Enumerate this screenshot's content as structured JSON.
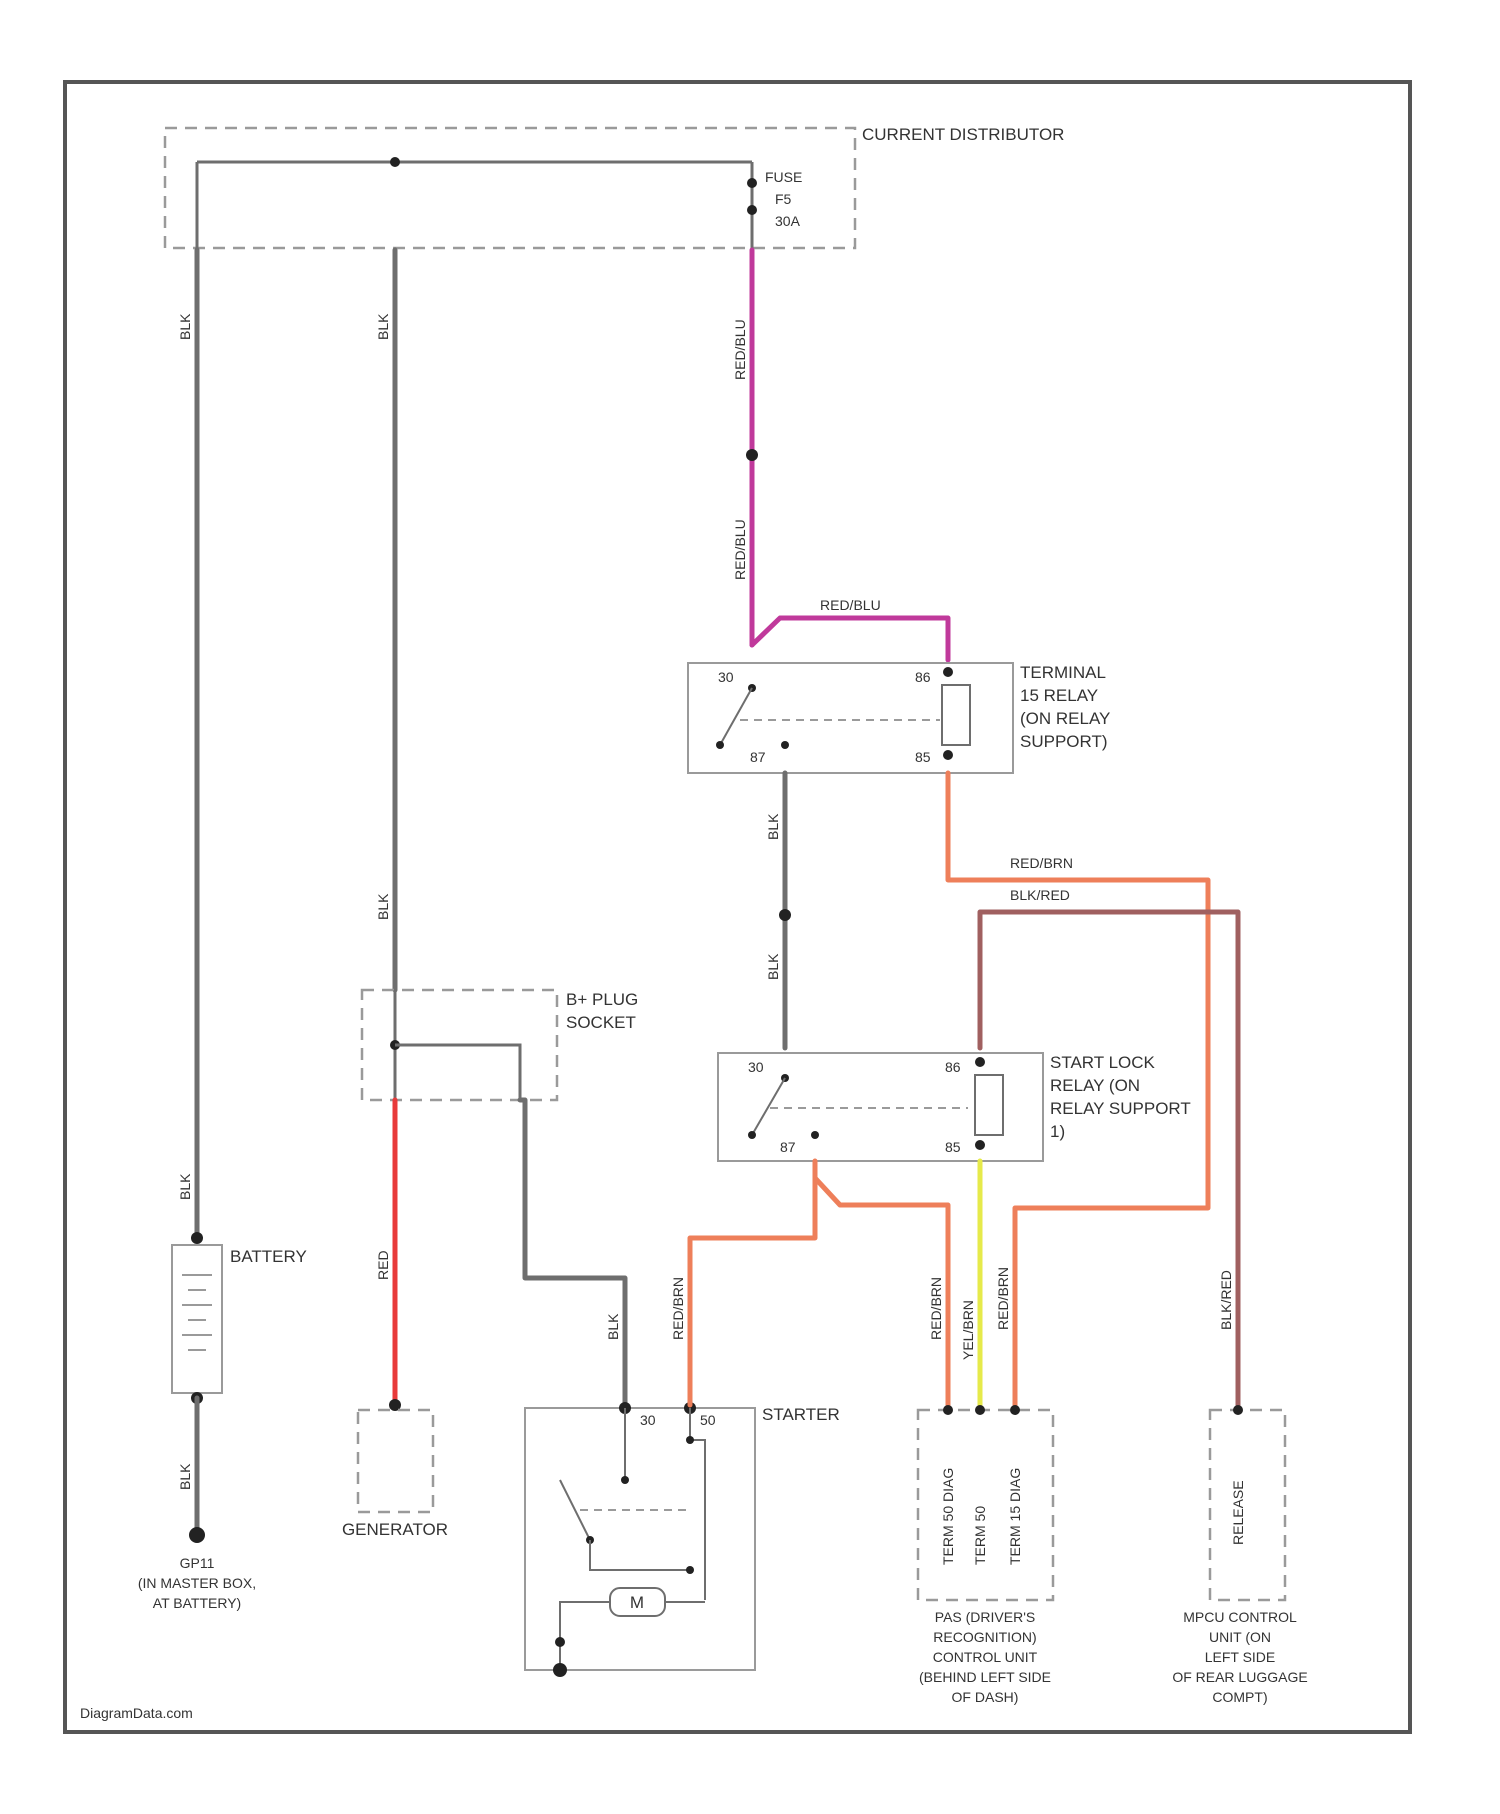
{
  "colors": {
    "blk": "#6e6e6e",
    "red_blu": "#c0399b",
    "red": "#e83a3a",
    "red_brn": "#ee7f5a",
    "blk_red": "#a06060",
    "yel": "#e6ea4a",
    "frame": "#555555"
  },
  "components": {
    "current_distributor": "CURRENT DISTRIBUTOR",
    "fuse": [
      "FUSE",
      "F5",
      "30A"
    ],
    "terminal15_relay": [
      "TERMINAL",
      "15 RELAY",
      "(ON RELAY",
      "SUPPORT)"
    ],
    "start_lock_relay": [
      "START LOCK",
      "RELAY (ON",
      "RELAY SUPPORT",
      "1)"
    ],
    "bplus_socket": [
      "B+ PLUG",
      "SOCKET"
    ],
    "battery": "BATTERY",
    "ground": [
      "GP11",
      "(IN MASTER BOX,",
      "AT BATTERY)"
    ],
    "generator": "GENERATOR",
    "starter": "STARTER",
    "motor": "M",
    "pas_unit": [
      "PAS (DRIVER'S",
      "RECOGNITION)",
      "CONTROL UNIT",
      "(BEHIND LEFT SIDE",
      "OF DASH)"
    ],
    "mpcu_unit": [
      "MPCU CONTROL",
      "UNIT (ON",
      "LEFT SIDE",
      "OF REAR LUGGAGE",
      "COMPT)"
    ],
    "pas_pins": [
      "TERM 50 DIAG",
      "TERM 50",
      "TERM 15 DIAG"
    ],
    "mpcu_pin": "RELEASE"
  },
  "wire_labels": {
    "blk": "BLK",
    "red_blu": "RED/BLU",
    "red": "RED",
    "red_brn": "RED/BRN",
    "blk_red": "BLK/RED",
    "yel_brn": "YEL/BRN"
  },
  "relay_pins": {
    "t15": [
      "30",
      "86",
      "87",
      "85"
    ],
    "sl": [
      "30",
      "86",
      "87",
      "85"
    ]
  },
  "starter_pins": [
    "30",
    "50"
  ],
  "watermark": "DiagramData.com"
}
